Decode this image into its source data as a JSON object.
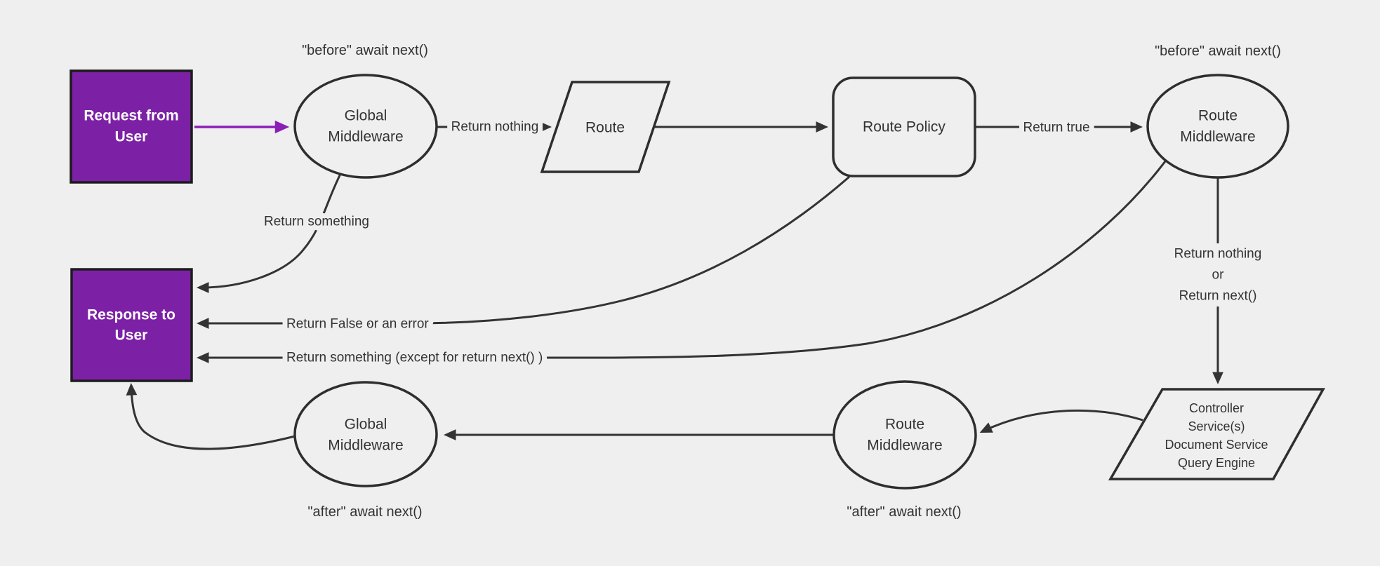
{
  "colors": {
    "background": "#efefef",
    "edge": "#333333",
    "node_border": "#2e2e2e",
    "text": "#333333",
    "purple_node_fill": "#7c21a5",
    "purple_node_border": "#1c1c1c",
    "purple_node_text": "#ffffff",
    "purple_arrow": "#8a1fb5"
  },
  "nodes": {
    "request": {
      "lines": [
        "Request from",
        "User"
      ]
    },
    "response": {
      "lines": [
        "Response to",
        "User"
      ]
    },
    "global_middleware_top": {
      "lines": [
        "Global",
        "Middleware"
      ]
    },
    "route": {
      "label": "Route"
    },
    "route_policy": {
      "label": "Route Policy"
    },
    "route_middleware_top": {
      "lines": [
        "Route",
        "Middleware"
      ]
    },
    "controller": {
      "lines": [
        "Controller",
        "Service(s)",
        "Document Service",
        "Query Engine"
      ]
    },
    "route_middleware_bottom": {
      "lines": [
        "Route",
        "Middleware"
      ]
    },
    "global_middleware_bottom": {
      "lines": [
        "Global",
        "Middleware"
      ]
    }
  },
  "annotations": {
    "before_await_next_left": "\"before\" await next()",
    "before_await_next_right": "\"before\" await next()",
    "after_await_next_left": "\"after\" await next()",
    "after_await_next_right": "\"after\" await next()"
  },
  "edge_labels": {
    "return_nothing": "Return nothing",
    "return_true": "Return true",
    "return_something": "Return something",
    "return_false_or_error": "Return False or an error",
    "return_something_except": "Return something (except for return next() )",
    "return_nothing_or": {
      "lines": [
        "Return nothing",
        "or",
        "Return next()"
      ]
    }
  }
}
